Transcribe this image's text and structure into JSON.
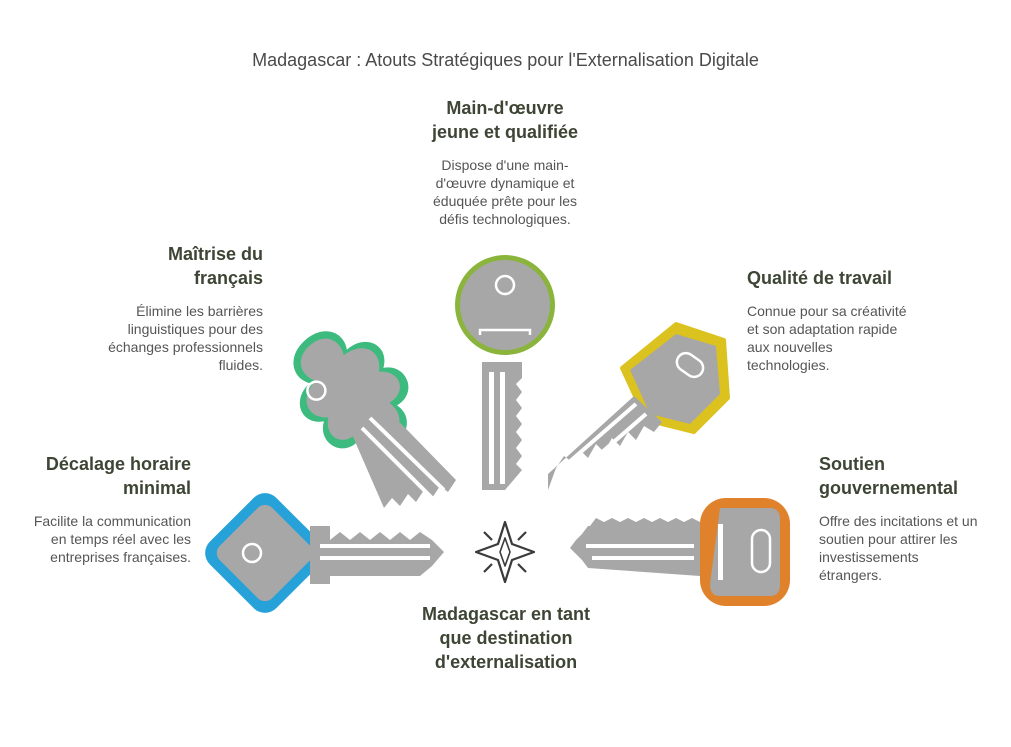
{
  "title": "Madagascar : Atouts Stratégiques pour l'Externalisation Digitale",
  "center_label": "Madagascar en tant que destination d'externalisation",
  "keys": [
    {
      "id": "main-doeuvre",
      "heading": "Main-d'œuvre jeune et qualifiée",
      "description": "Dispose d'une main-d'œuvre dynamique et éduquée prête pour les défis technologiques.",
      "color": "#8bb43c"
    },
    {
      "id": "maitrise-francais",
      "heading": "Maîtrise du français",
      "description": "Élimine les barrières linguistiques pour des échanges professionnels fluides.",
      "color": "#3dbb7f"
    },
    {
      "id": "qualite-travail",
      "heading": "Qualité de travail",
      "description": "Connue pour sa créativité et son adaptation rapide aux nouvelles technologies.",
      "color": "#dcc21f"
    },
    {
      "id": "decalage-horaire",
      "heading": "Décalage horaire minimal",
      "description": "Facilite la communication en temps réel avec les entreprises françaises.",
      "color": "#26a2d8"
    },
    {
      "id": "soutien-gouvernemental",
      "heading": "Soutien gouvernemental",
      "description": "Offre des incitations et un soutien pour attirer les investissements étrangers.",
      "color": "#e0822c"
    }
  ],
  "key_gray": "#a7a7a7"
}
